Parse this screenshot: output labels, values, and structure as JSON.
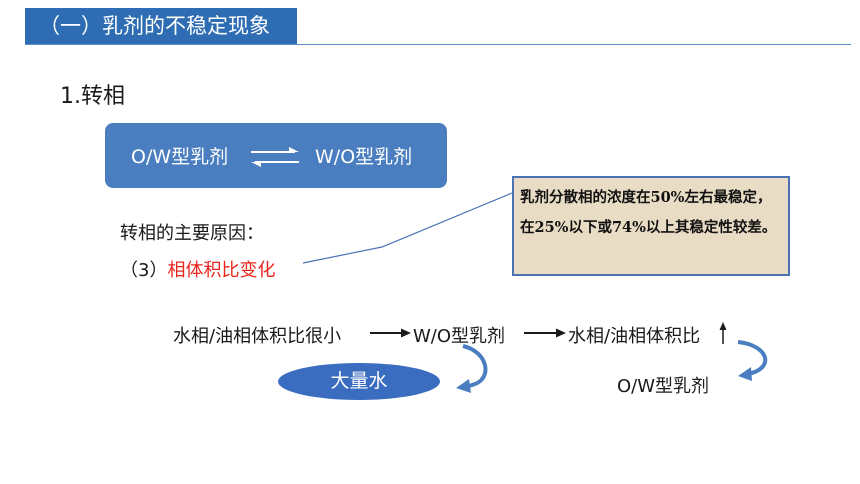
{
  "header": {
    "title": "（一）乳剂的不稳定现象"
  },
  "section": {
    "heading": "1.转相"
  },
  "phase_box": {
    "left_label": "O/W型乳剂",
    "right_label": "W/O型乳剂"
  },
  "cause": {
    "label": "转相的主要原因：",
    "item_prefix": "（3）",
    "item_text": "相体积比变化"
  },
  "note": {
    "text": "乳剂分散相的浓度在50%左右最稳定，在25%以下或74%以上其稳定性较差。"
  },
  "flow": {
    "step1": "水相/油相体积比很小",
    "step2": "W/O型乳剂",
    "step3": "水相/油相体积比",
    "step4": "O/W型乳剂",
    "water_label": "大量水"
  },
  "colors": {
    "header_bg": "#2e6db3",
    "box_bg": "#4a7ec0",
    "oval_bg": "#3a6cc0",
    "highlight": "#e8261d",
    "note_bg": "#e8dcc4",
    "note_border": "#4a73b5"
  }
}
